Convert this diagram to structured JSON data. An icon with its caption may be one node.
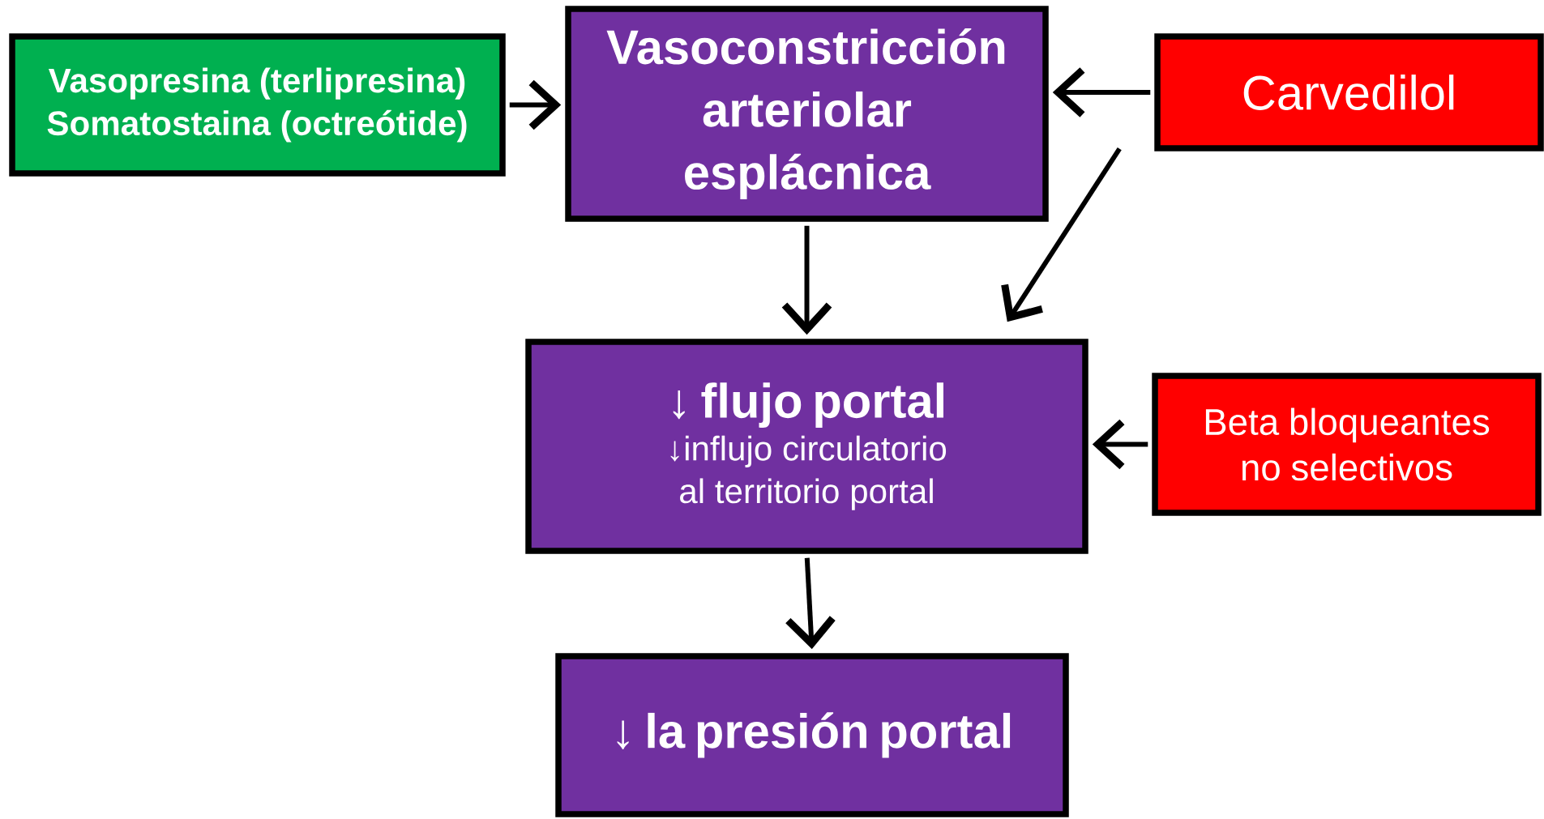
{
  "diagram": {
    "nodes": [
      {
        "text": [
          "Vasopresina (terlipresina)",
          "Somatostaina (octreótide)"
        ]
      },
      {
        "text": [
          "Vasoconstricción arteriolar esplácnica"
        ]
      },
      {
        "text": [
          "Carvedilol"
        ]
      },
      {
        "text": [
          "↓ flujo portal",
          "↓influjo circulatorio al territorio portal"
        ]
      },
      {
        "text": [
          "Beta bloqueantes no selectivos"
        ]
      },
      {
        "text": [
          "↓ la presión portal"
        ]
      }
    ],
    "edges": [
      {
        "from": 0,
        "to": 1,
        "arrow": "to"
      },
      {
        "from": 2,
        "to": 1,
        "arrow": "to"
      },
      {
        "from": 1,
        "to": 3,
        "arrow": "to"
      },
      {
        "from": 2,
        "to": 3,
        "arrow": "to"
      },
      {
        "from": 4,
        "to": 3,
        "arrow": "to"
      },
      {
        "from": 3,
        "to": 5,
        "arrow": "to"
      }
    ]
  }
}
